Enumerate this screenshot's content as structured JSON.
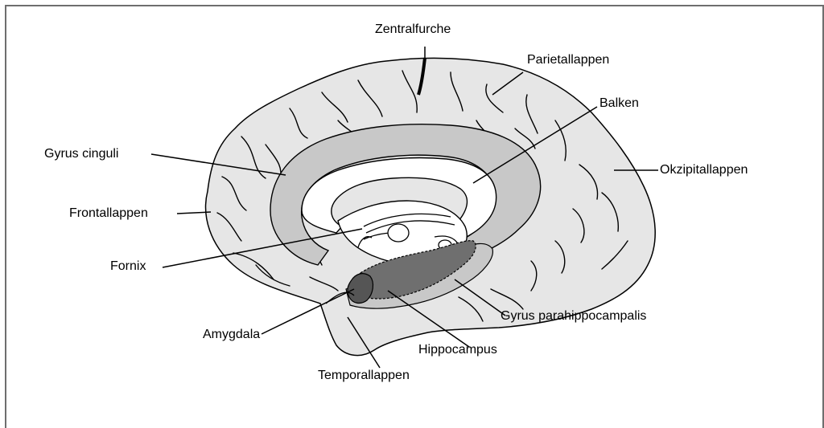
{
  "labels": {
    "zentralfurche": "Zentralfurche",
    "parietallappen": "Parietallappen",
    "balken": "Balken",
    "gyrus_cinguli": "Gyrus cinguli",
    "okzipitallappen": "Okzipitallappen",
    "frontallappen": "Frontallappen",
    "fornix": "Fornix",
    "gyrus_parahippocampalis": "Gyrus parahippocampalis",
    "amygdala": "Amygdala",
    "hippocampus": "Hippocampus",
    "temporallappen": "Temporallappen"
  },
  "colors": {
    "cortex": "#e6e6e6",
    "cingulate": "#c8c8c8",
    "corpus_callosum": "#ffffff",
    "hippocampus": "#6f6f6f",
    "amygdala": "#555555",
    "outline": "#000000"
  }
}
